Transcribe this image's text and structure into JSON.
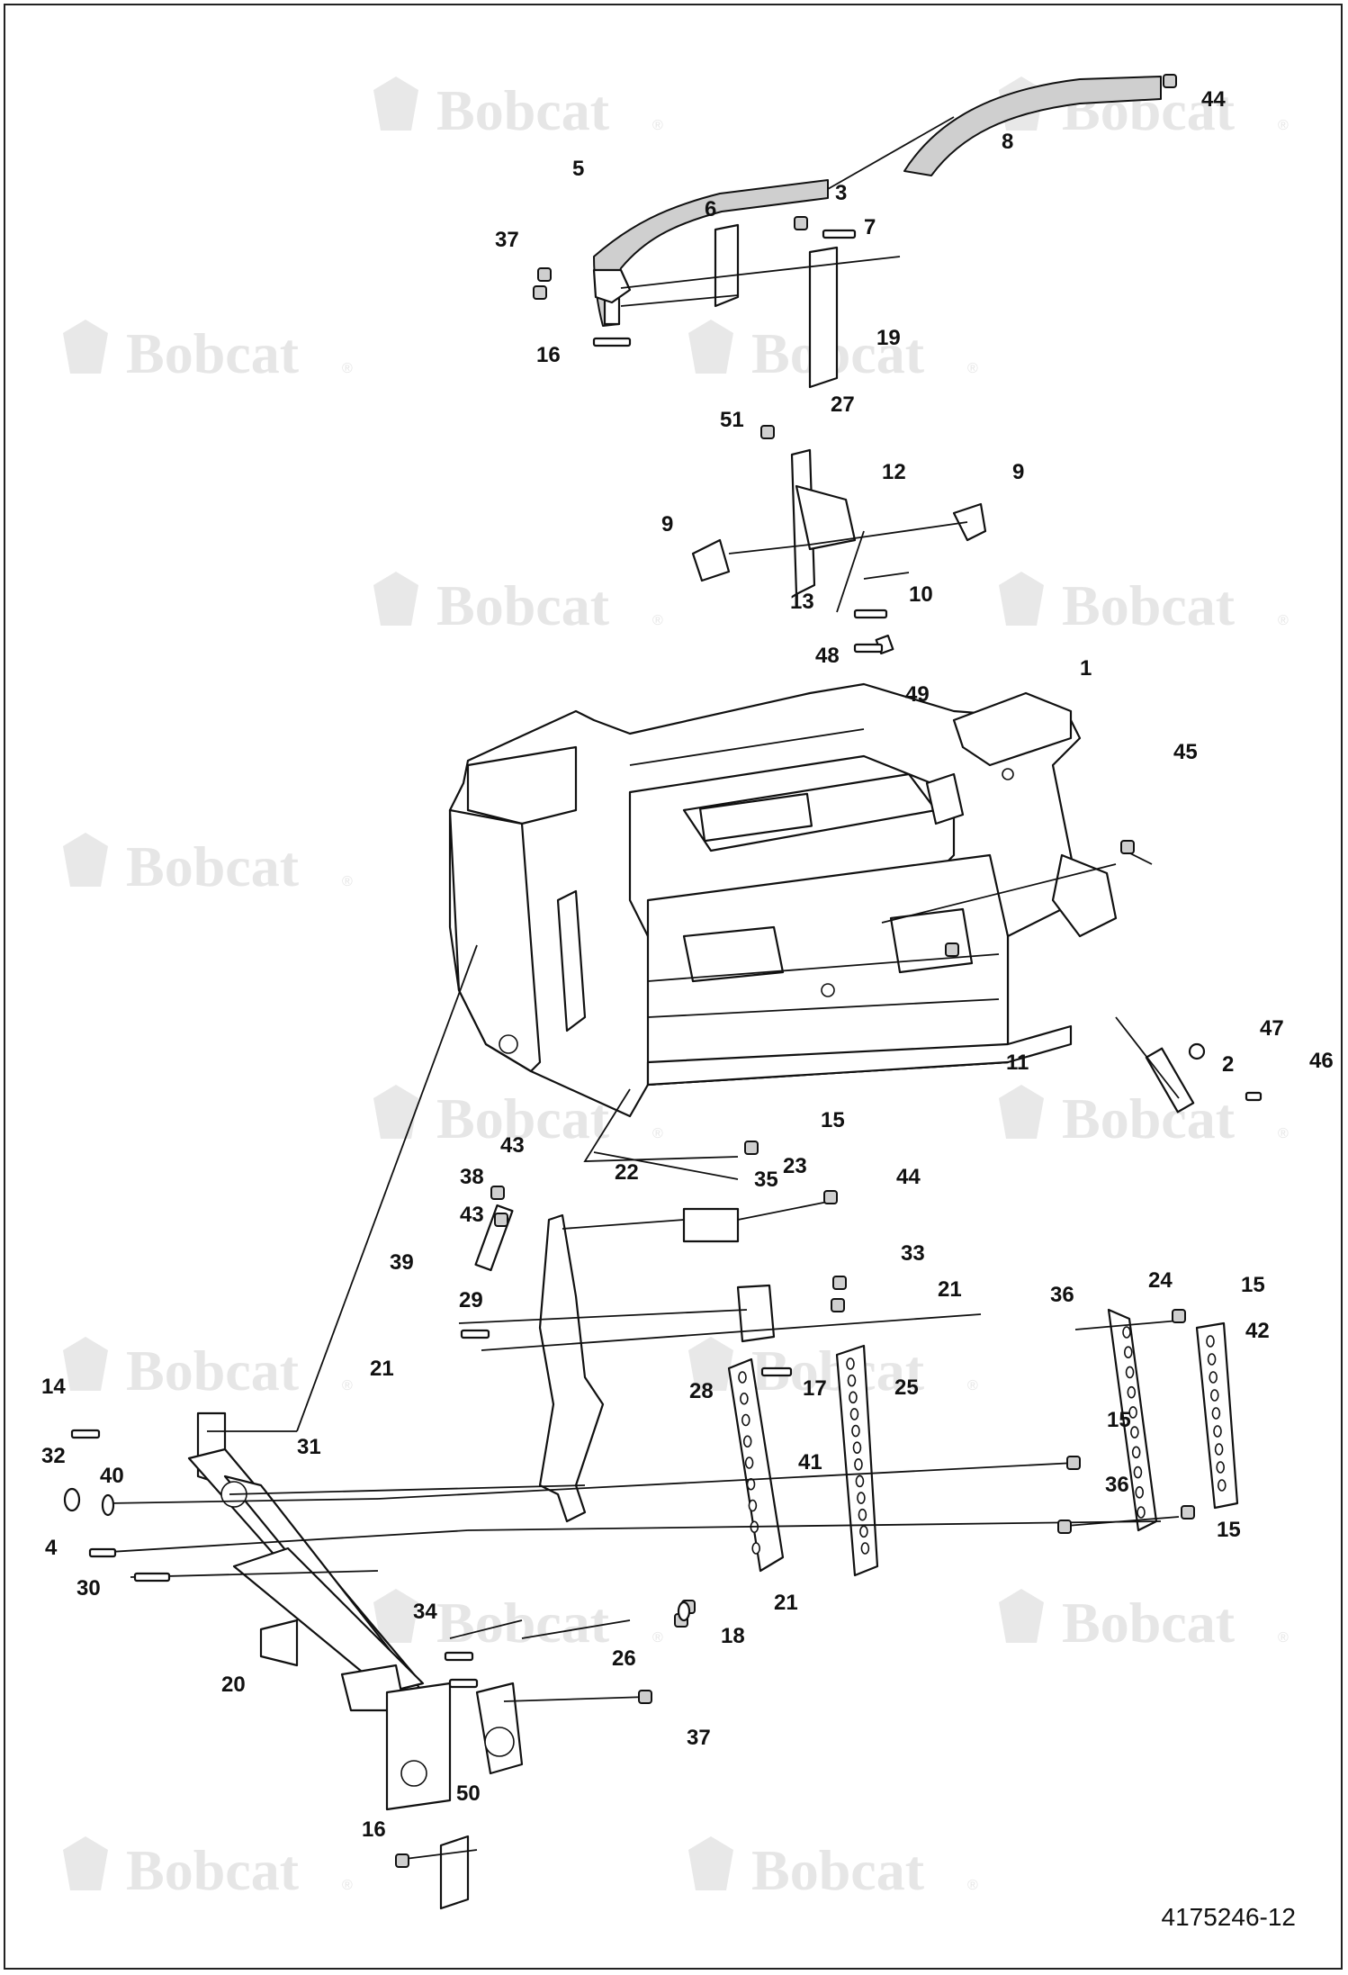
{
  "drawing": {
    "number": "4175246-12",
    "watermark": "Bobcat",
    "watermark_mark": "®"
  },
  "callouts": [
    "1",
    "2",
    "3",
    "4",
    "5",
    "6",
    "7",
    "8",
    "9",
    "9",
    "10",
    "11",
    "12",
    "13",
    "14",
    "15",
    "15",
    "15",
    "15",
    "16",
    "16",
    "17",
    "18",
    "19",
    "20",
    "21",
    "21",
    "21",
    "22",
    "23",
    "24",
    "25",
    "26",
    "27",
    "28",
    "29",
    "30",
    "31",
    "32",
    "33",
    "34",
    "35",
    "36",
    "36",
    "37",
    "37",
    "38",
    "39",
    "40",
    "41",
    "42",
    "43",
    "43",
    "44",
    "44",
    "45",
    "46",
    "47",
    "48",
    "49",
    "50",
    "51"
  ],
  "colors": {
    "line": "#111111",
    "watermark": "#e6e6e6",
    "part_fill": "#ffffff",
    "shade": "#cfcfcf"
  }
}
